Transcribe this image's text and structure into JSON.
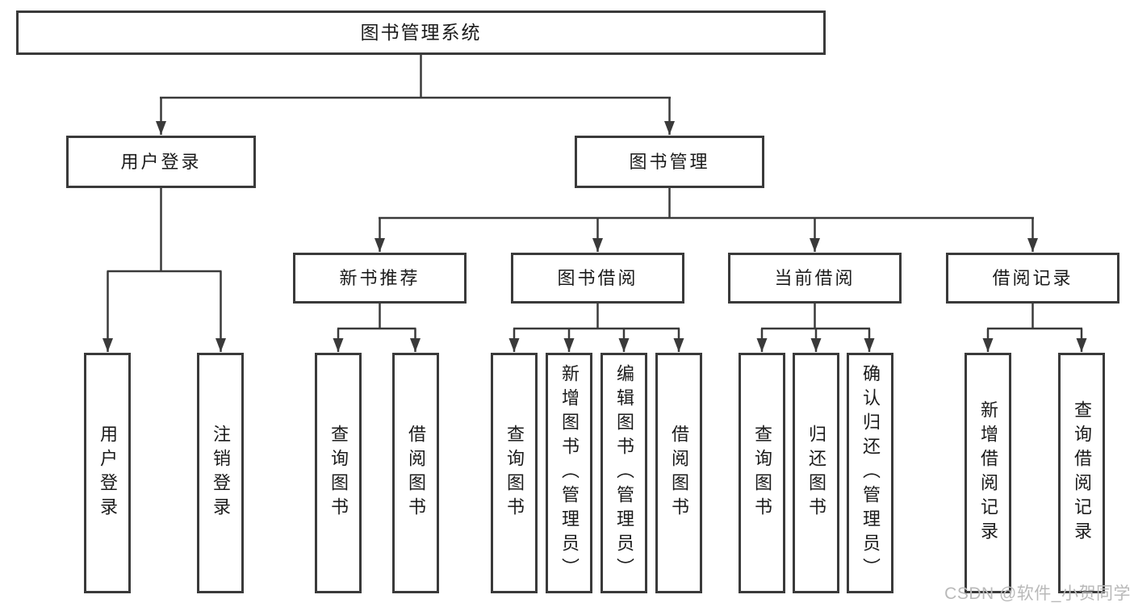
{
  "tree": {
    "root": {
      "label": "图书管理系统"
    },
    "branches": [
      {
        "label": "用户登录",
        "leaves": [
          "用户登录",
          "注销登录"
        ]
      },
      {
        "label": "图书管理",
        "groups": [
          {
            "label": "新书推荐",
            "leaves": [
              "查询图书",
              "借阅图书"
            ]
          },
          {
            "label": "图书借阅",
            "leaves": [
              "查询图书",
              "新增图书（管理员）",
              "编辑图书（管理员）",
              "借阅图书"
            ]
          },
          {
            "label": "当前借阅",
            "leaves": [
              "查询图书",
              "归还图书",
              "确认归还（管理员）"
            ]
          },
          {
            "label": "借阅记录",
            "leaves": [
              "新增借阅记录",
              "查询借阅记录"
            ]
          }
        ]
      }
    ]
  },
  "watermark": {
    "text": "CSDN @软件_小贺同学"
  },
  "colors": {
    "line": "#3a3a3a",
    "text": "#1b1b1b",
    "watermark": "#b9b9b9",
    "background": "#ffffff"
  }
}
